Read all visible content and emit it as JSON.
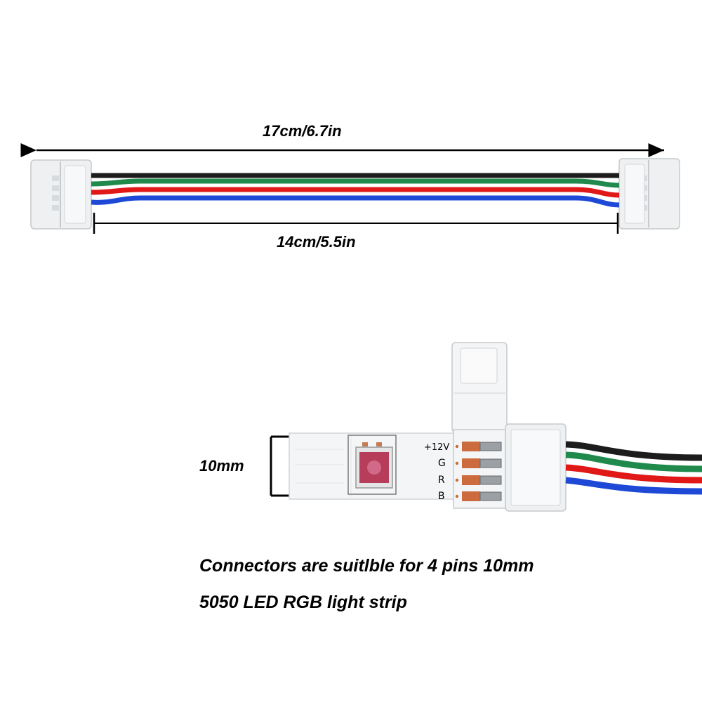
{
  "dimensions": {
    "overall_length": "17cm/6.7in",
    "wire_length": "14cm/5.5in",
    "strip_width": "10mm"
  },
  "pin_labels": [
    "+12V",
    "G",
    "R",
    "B"
  ],
  "wire_colors": {
    "black": "#1c1c1c",
    "green": "#1f8a4c",
    "red": "#e01818",
    "blue": "#1d49d6"
  },
  "caption": {
    "line1": "Connectors are suitlble for 4 pins 10mm",
    "line2": "5050 LED RGB light strip"
  }
}
